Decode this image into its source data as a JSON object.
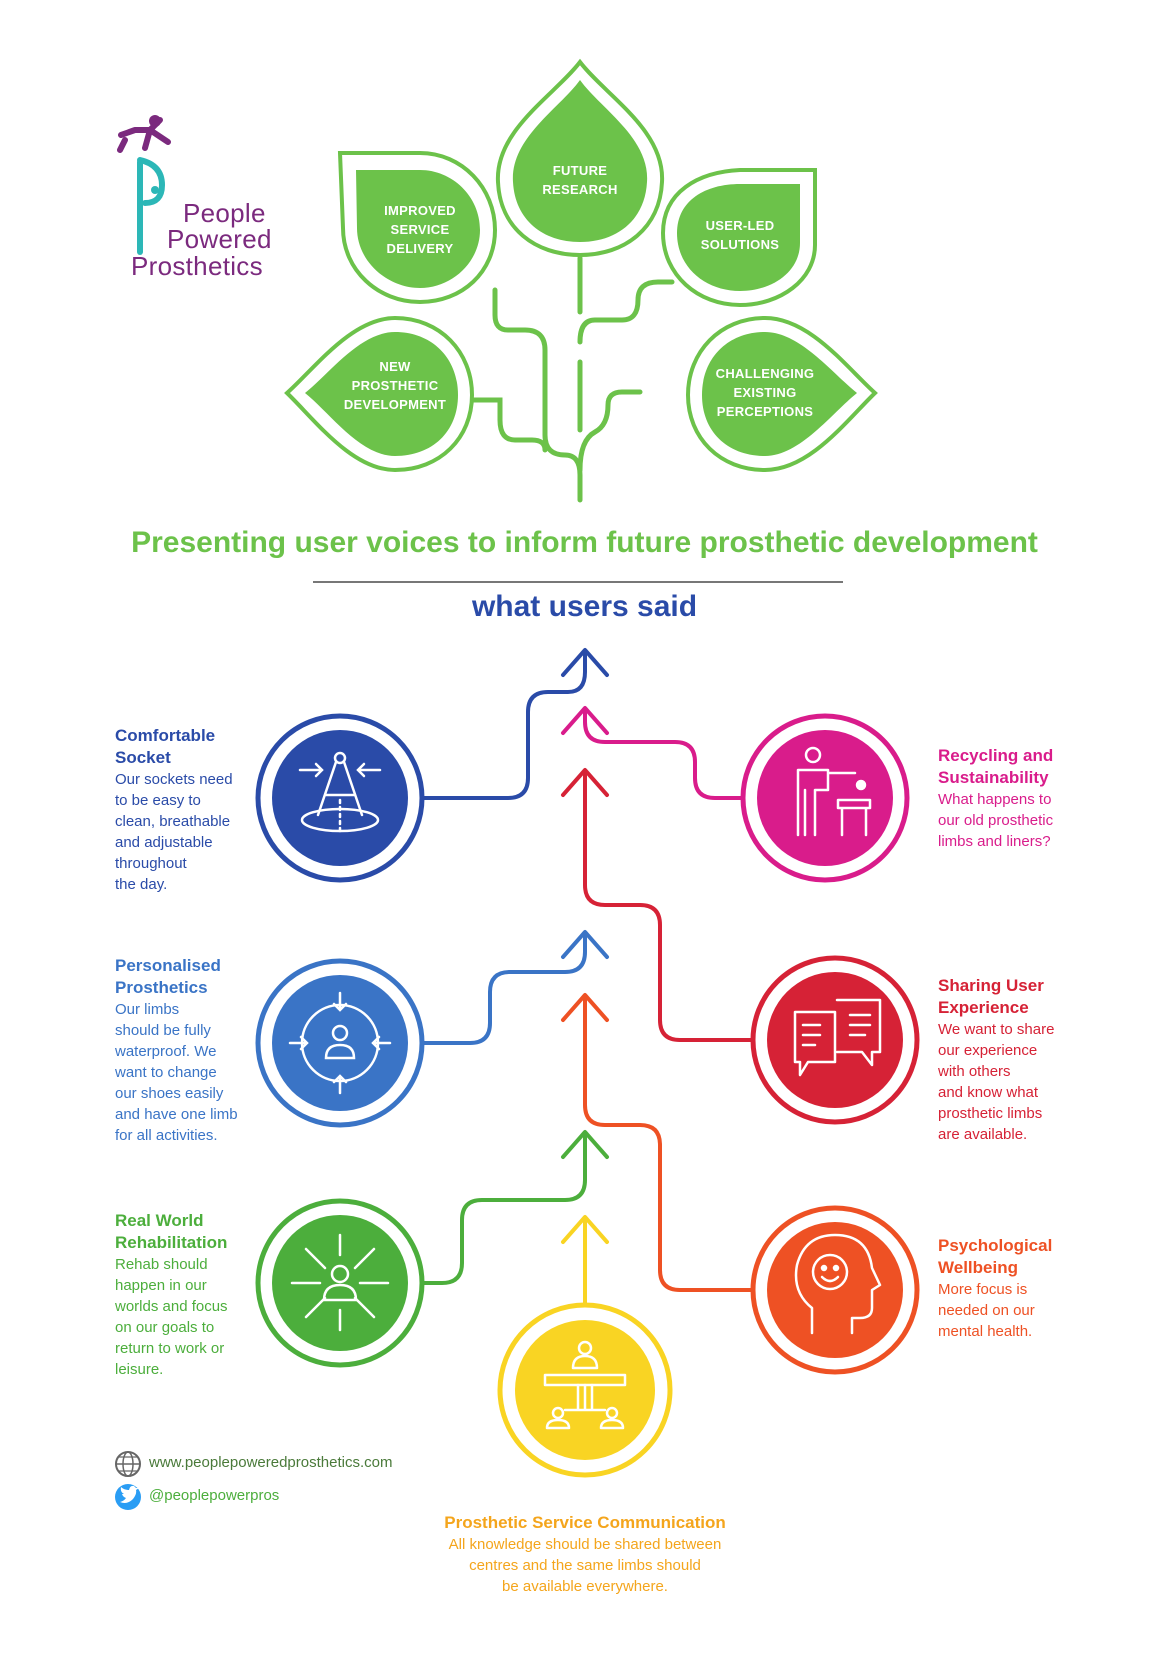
{
  "logo": {
    "line1": "People",
    "line2": "Powered",
    "line3": "Prosthetics"
  },
  "leaves": [
    {
      "id": "future-research",
      "lines": [
        "FUTURE",
        "RESEARCH"
      ]
    },
    {
      "id": "improved-service-delivery",
      "lines": [
        "IMPROVED",
        "SERVICE",
        "DELIVERY"
      ]
    },
    {
      "id": "user-led-solutions",
      "lines": [
        "USER-LED",
        "SOLUTIONS"
      ]
    },
    {
      "id": "new-prosthetic-development",
      "lines": [
        "NEW",
        "PROSTHETIC",
        "DEVELOPMENT"
      ]
    },
    {
      "id": "challenging-existing-perceptions",
      "lines": [
        "CHALLENGING",
        "EXISTING",
        "PERCEPTIONS"
      ]
    }
  ],
  "headline": "Presenting user voices to inform future prosthetic development",
  "subheadline": "what users said",
  "themes": [
    {
      "id": "comfortable-socket",
      "title": [
        "Comfortable",
        "Socket"
      ],
      "body": [
        "Our sockets need",
        "to be easy to",
        "clean, breathable",
        "and adjustable",
        "throughout",
        "the day."
      ],
      "color": "#2a4ba8",
      "icon": "compass-icon"
    },
    {
      "id": "personalised-prosthetics",
      "title": [
        "Personalised",
        "Prosthetics"
      ],
      "body": [
        "Our limbs",
        "should be fully",
        "waterproof. We",
        "want to change",
        "our shoes easily",
        "and have one limb",
        "for all activities."
      ],
      "color": "#3a74c6",
      "icon": "personalise-icon"
    },
    {
      "id": "real-world-rehabilitation",
      "title": [
        "Real World",
        "Rehabilitation"
      ],
      "body": [
        "Rehab should",
        "happen in our",
        "worlds and focus",
        "on our goals to",
        "return to work or",
        "leisure."
      ],
      "color": "#4cae3c",
      "icon": "person-arrows-icon"
    },
    {
      "id": "recycling-sustainability",
      "title": [
        "Recycling and",
        "Sustainability"
      ],
      "body": [
        "What happens to",
        "our old prosthetic",
        "limbs and liners?"
      ],
      "color": "#d91c8b",
      "icon": "presenter-icon"
    },
    {
      "id": "sharing-user-experience",
      "title": [
        "Sharing User",
        "Experience"
      ],
      "body": [
        "We want to share",
        "our experience",
        "with others",
        "and know what",
        "prosthetic limbs",
        "are available."
      ],
      "color": "#d62236",
      "icon": "conversation-icon"
    },
    {
      "id": "psychological-wellbeing",
      "title": [
        "Psychological",
        "Wellbeing"
      ],
      "body": [
        "More focus is",
        "needed on our",
        "mental health."
      ],
      "color": "#ee5124",
      "icon": "head-smile-icon"
    },
    {
      "id": "prosthetic-service-communication",
      "title": [
        "Prosthetic Service Communication"
      ],
      "body": [
        "All knowledge should be shared between",
        "centres and the same limbs should",
        "be available everywhere."
      ],
      "color": "#f4a51c",
      "icon": "meeting-icon"
    }
  ],
  "footer": {
    "website": "www.peoplepoweredprosthetics.com",
    "twitter": "@peoplepowerpros"
  },
  "colors": {
    "leaf_green": "#6cc24a",
    "navy": "#2a4ba8",
    "yellow": "#f9d423"
  }
}
